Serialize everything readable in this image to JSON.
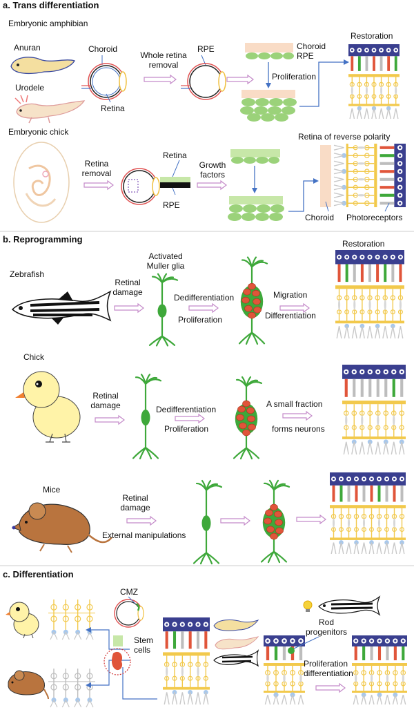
{
  "sections": {
    "a": {
      "title": "a. Trans differentiation",
      "amphibian": {
        "subtitle": "Embryonic amphibian",
        "anuran": "Anuran",
        "urodele": "Urodele",
        "choroid": "Choroid",
        "retina": "Retina",
        "whole_retina_removal": "Whole retina\nremoval",
        "rpe": "RPE",
        "choroid_rpe": "Choroid\nRPE",
        "proliferation": "Proliferation",
        "restoration": "Restoration"
      },
      "chick": {
        "subtitle": "Embryonic chick",
        "retina_removal": "Retina\nremoval",
        "retina": "Retina",
        "rpe": "RPE",
        "growth_factors": "Growth\nfactors",
        "reverse_polarity": "Retina of reverse polarity",
        "choroid": "Choroid",
        "photoreceptors": "Photoreceptors"
      }
    },
    "b": {
      "title": "b. Reprogramming",
      "restoration": "Restoration",
      "zebrafish": {
        "label": "Zebrafish",
        "retinal_damage": "Retinal\ndamage",
        "activated_muller": "Activated\nMuller glia",
        "dedifferentiation": "Dedifferentiation",
        "proliferation": "Proliferation",
        "migration": "Migration",
        "differentiation": "Differentiation"
      },
      "chick": {
        "label": "Chick",
        "retinal_damage": "Retinal\ndamage",
        "dedifferentiation": "Dedifferentiation",
        "proliferation": "Proliferation",
        "small_fraction": "A small fraction",
        "forms_neurons": "forms neurons"
      },
      "mice": {
        "label": "Mice",
        "retinal_damage": "Retinal\ndamage",
        "external": "External manipulations"
      }
    },
    "c": {
      "title": "c. Differentiation",
      "cmz": "CMZ",
      "stem_cells": "Stem\ncells",
      "rod_progenitors": "Rod\nprogenitors",
      "prolif_diff": "Proliferation\ndifferentiation"
    }
  },
  "colors": {
    "arrow": "#c48ac9",
    "blue": "#4472c4",
    "glia": "#3ea83a",
    "nucleus_red": "#e0553a",
    "cell_green": "#9bd27a",
    "choroid_pink": "#f9dcc6",
    "rpe_green": "#c7e7a8",
    "yellow": "#f2c94c",
    "skin": "#f4dfa0",
    "mouse": "#b9743e"
  }
}
